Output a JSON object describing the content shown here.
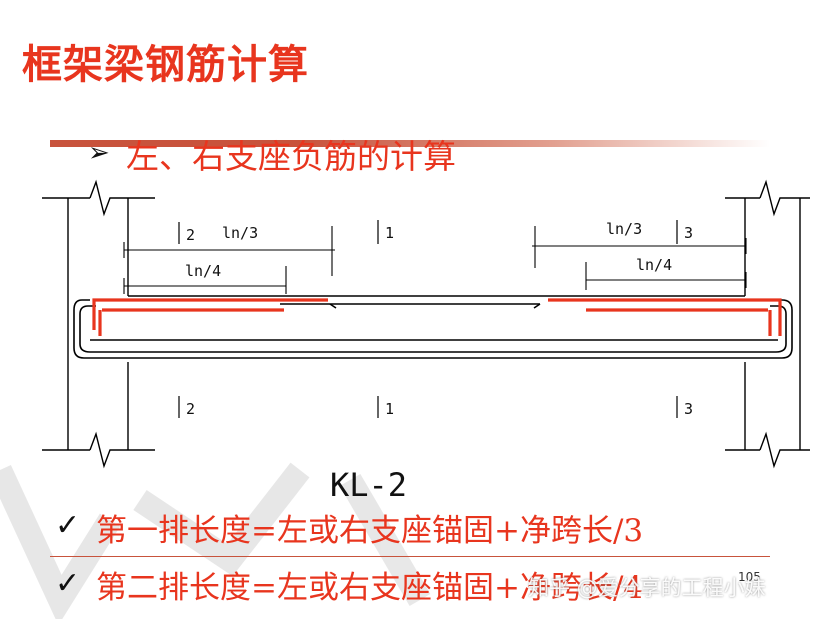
{
  "title": "框架梁钢筋计算",
  "subheading": "左、右支座负筋的计算",
  "subheading_bullet": "➢",
  "diagram": {
    "beam_name": "KL-2",
    "section_marks": [
      "2",
      "1",
      "3",
      "2",
      "1",
      "3"
    ],
    "dim_left_long": "ln/3",
    "dim_left_short": "ln/4",
    "dim_right_long": "ln/3",
    "dim_right_short": "ln/4"
  },
  "formulas": [
    {
      "check": "✓",
      "text": "第一排长度=左或右支座锚固+净跨长/3"
    },
    {
      "check": "✓",
      "text": "第二排长度=左或右支座锚固+净跨长/4"
    }
  ],
  "page_number": "105",
  "watermark": "知乎 @爱分享的工程小妹",
  "colors": {
    "accent": "#e8351e",
    "stripe": "#c8533c"
  }
}
